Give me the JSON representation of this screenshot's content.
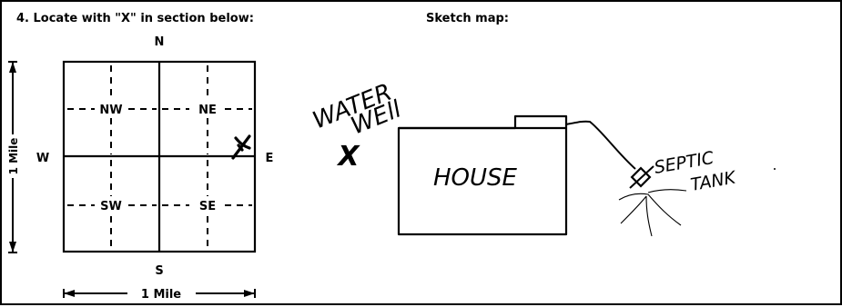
{
  "section": {
    "heading": "4. Locate with \"X\" in section below:",
    "sketch_heading": "Sketch map:"
  },
  "compass": {
    "north": "N",
    "south": "S",
    "west": "W",
    "east": "E"
  },
  "quadrants": {
    "nw": "NW",
    "ne": "NE",
    "sw": "SW",
    "se": "SE"
  },
  "scale": {
    "vertical": "1 Mile",
    "horizontal": "1 Mile"
  },
  "sketch": {
    "water_well_line1": "WATER",
    "water_well_line2": "WEll",
    "well_mark": "X",
    "house_label": "HOUSE",
    "septic_line1": "SEPTIC",
    "septic_line2": "TANK"
  }
}
